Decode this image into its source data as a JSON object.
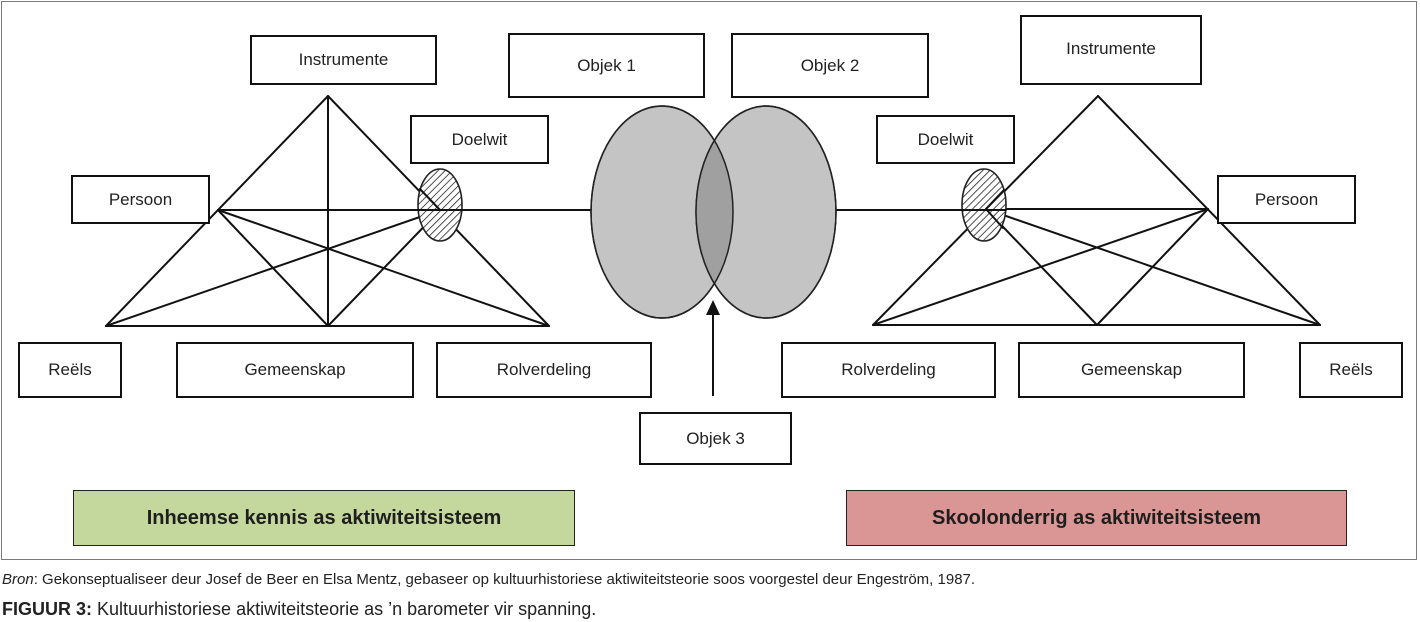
{
  "figure": {
    "left_system": {
      "labels": {
        "instrumente": "Instrumente",
        "persoon": "Persoon",
        "doelwit": "Doelwit",
        "reels": "Reëls",
        "gemeenskap": "Gemeenskap",
        "rolverdeling": "Rolverdeling"
      },
      "banner": "Inheemse kennis as aktiwiteitsisteem",
      "banner_color": "#c4d89e"
    },
    "right_system": {
      "labels": {
        "instrumente": "Instrumente",
        "persoon": "Persoon",
        "doelwit": "Doelwit",
        "reels": "Reëls",
        "gemeenskap": "Gemeenskap",
        "rolverdeling": "Rolverdeling"
      },
      "banner": "Skoolonderrig as aktiwiteitsisteem",
      "banner_color": "#da9694"
    },
    "objects": {
      "objek1": "Objek 1",
      "objek2": "Objek 2",
      "objek3": "Objek 3"
    },
    "colors": {
      "ellipse_fill": "#c4c4c4",
      "overlap_fill": "#a0a0a0",
      "line": "#111111"
    }
  },
  "caption": {
    "source_label": "Bron",
    "source_text": ": Gekonseptualiseer deur Josef de Beer en Elsa Mentz, gebaseer op kultuurhistoriese aktiwiteitsteorie soos voorgestel deur Engeström, 1987.",
    "figure_label": "FIGUUR 3:",
    "figure_text": " Kultuurhistoriese aktiwiteitsteorie as ’n barometer vir spanning."
  }
}
